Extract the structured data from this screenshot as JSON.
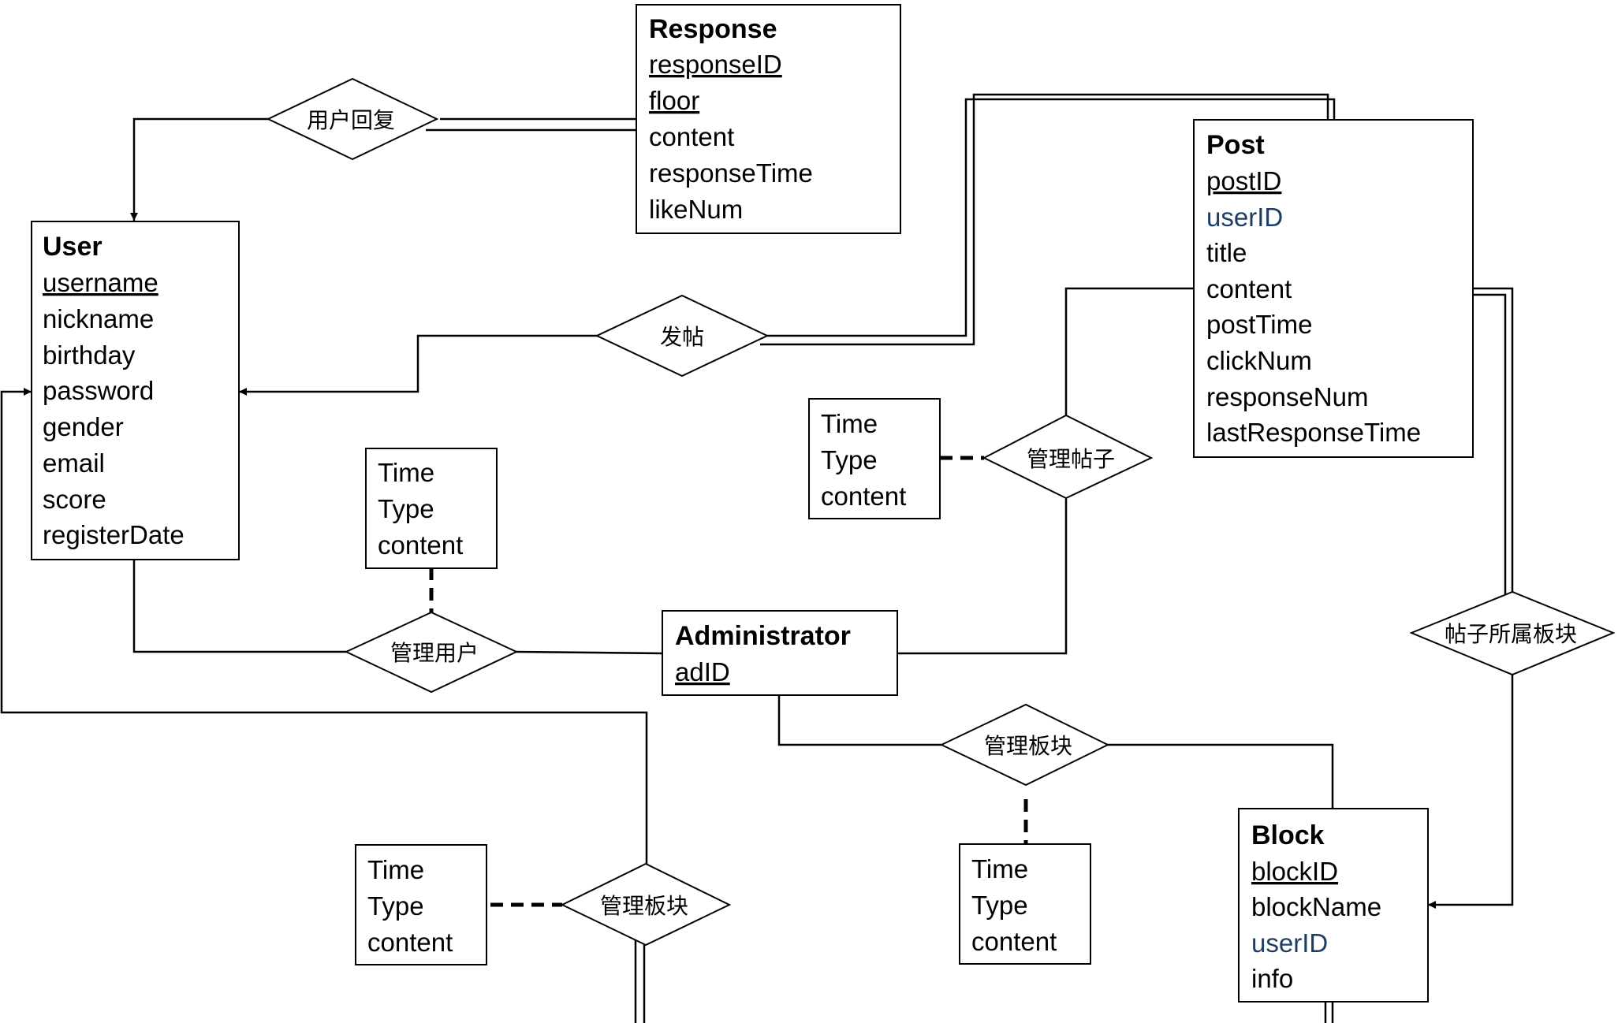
{
  "entities": [
    {
      "id": "response",
      "title": "Response",
      "attributes": [
        {
          "text": "responseID",
          "key": true
        },
        {
          "text": "floor",
          "key": true
        },
        {
          "text": "content"
        },
        {
          "text": "responseTime"
        },
        {
          "text": "likeNum"
        }
      ]
    },
    {
      "id": "user",
      "title": "User",
      "attributes": [
        {
          "text": "username",
          "key": true
        },
        {
          "text": "nickname"
        },
        {
          "text": "birthday"
        },
        {
          "text": "password"
        },
        {
          "text": "gender"
        },
        {
          "text": "email"
        },
        {
          "text": "score"
        },
        {
          "text": "registerDate"
        }
      ]
    },
    {
      "id": "post",
      "title": "Post",
      "attributes": [
        {
          "text": "postID",
          "key": true
        },
        {
          "text": "userID",
          "foreign": true
        },
        {
          "text": "title"
        },
        {
          "text": "content"
        },
        {
          "text": "postTime"
        },
        {
          "text": "clickNum"
        },
        {
          "text": "responseNum"
        },
        {
          "text": "lastResponseTime"
        }
      ]
    },
    {
      "id": "admin",
      "title": "Administrator",
      "attributes": [
        {
          "text": "adID",
          "key": true
        }
      ]
    },
    {
      "id": "block",
      "title": "Block",
      "attributes": [
        {
          "text": "blockID",
          "key": true
        },
        {
          "text": "blockName"
        },
        {
          "text": "userID",
          "foreign": true
        },
        {
          "text": "info"
        }
      ]
    }
  ],
  "attribute_boxes": [
    {
      "id": "ab-manage-user",
      "lines": [
        "Time",
        "Type",
        "content"
      ]
    },
    {
      "id": "ab-manage-post",
      "lines": [
        "Time",
        "Type",
        "content"
      ]
    },
    {
      "id": "ab-manage-block-1",
      "lines": [
        "Time",
        "Type",
        "content"
      ]
    },
    {
      "id": "ab-manage-block-2",
      "lines": [
        "Time",
        "Type",
        "content"
      ]
    }
  ],
  "relationships": [
    {
      "id": "rel-user-reply",
      "label": "用户回复"
    },
    {
      "id": "rel-post",
      "label": "发帖"
    },
    {
      "id": "rel-manage-post",
      "label": "管理帖子"
    },
    {
      "id": "rel-manage-user",
      "label": "管理用户"
    },
    {
      "id": "rel-post-block",
      "label": "帖子所属板块"
    },
    {
      "id": "rel-manage-block-1",
      "label": "管理板块"
    },
    {
      "id": "rel-manage-block-2",
      "label": "管理板块"
    }
  ],
  "colors": {
    "line": "#000000",
    "foreign_key": "#1f3d63",
    "background": "#ffffff"
  }
}
